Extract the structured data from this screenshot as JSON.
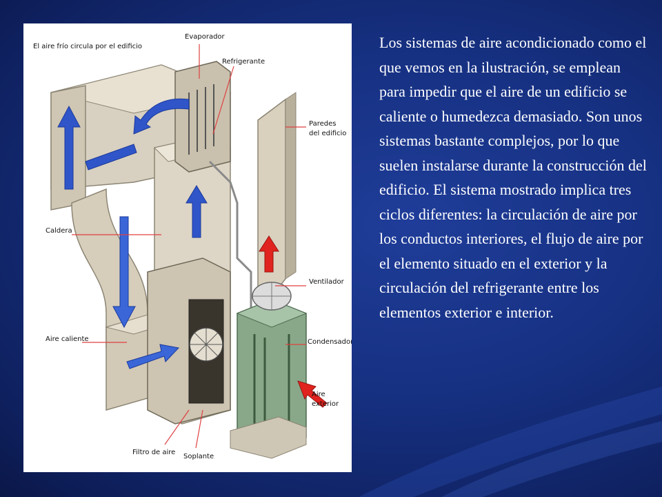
{
  "diagram": {
    "labels": {
      "cold_air": "El aire frío circula por el edificio",
      "evaporator": "Evaporador",
      "refrigerant": "Refrigerante",
      "walls_line1": "Paredes",
      "walls_line2": "del edificio",
      "furnace": "Caldera",
      "fan": "Ventilador",
      "hot_air": "Aire caliente",
      "condenser": "Condensador",
      "outside_air_line1": "Aire",
      "outside_air_line2": "exterior",
      "air_filter": "Filtro de aire",
      "blower": "Soplante"
    }
  },
  "description": "Los sistemas de aire acondicionado como el que vemos en la ilustración, se emplean para impedir que el aire de un edificio se caliente o humedezca demasiado. Son unos sistemas bastante complejos, por lo que suelen instalarse durante la construcción del edificio. El sistema mostrado implica tres ciclos diferentes: la circulación de aire por los conductos interiores, el flujo de aire por el elemento situado en el exterior y la circulación del refrigerante entre los elementos exterior e interior."
}
